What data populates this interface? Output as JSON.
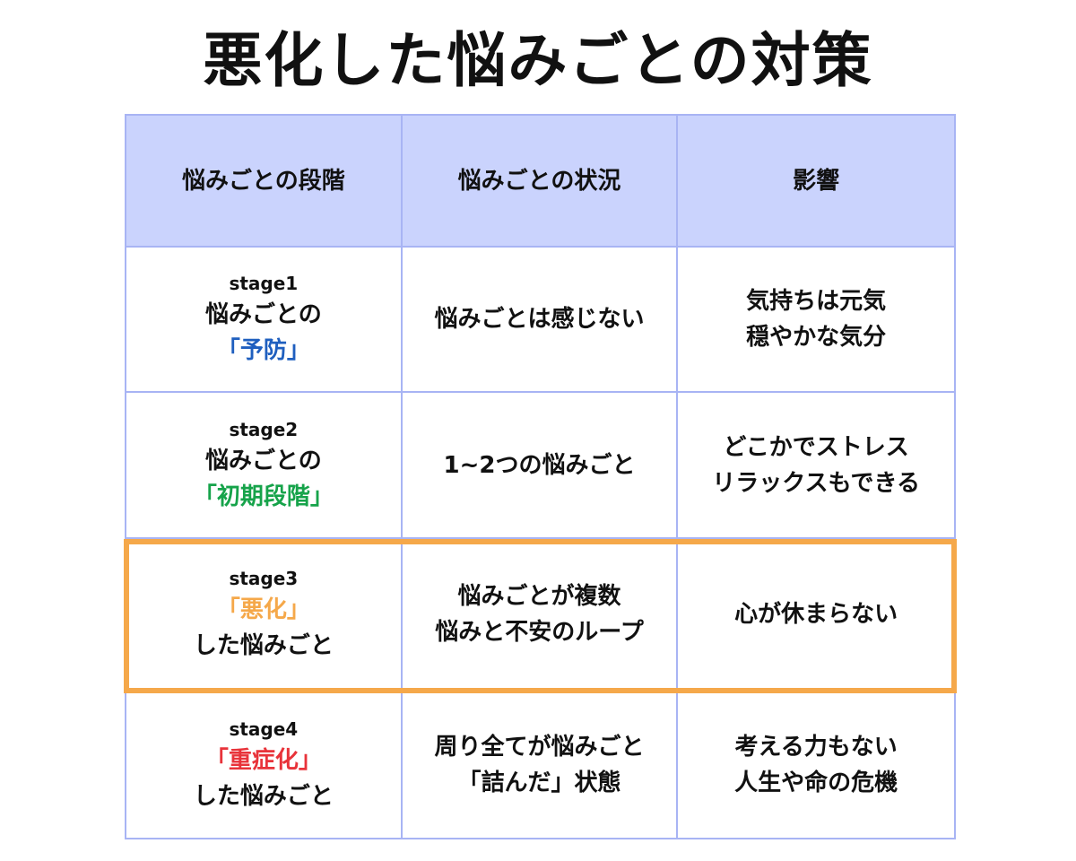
{
  "title": "悪化した悩みごとの対策",
  "colors": {
    "header_bg": "#cad3fd",
    "grid_line": "#a8b4f4",
    "highlight_border": "#f5a84a",
    "stage1_accent": "#1f5fbf",
    "stage2_accent": "#16a34a",
    "stage3_accent": "#f5a84a",
    "stage4_accent": "#e8333a"
  },
  "table": {
    "headers": [
      "悩みごとの段階",
      "悩みごとの状況",
      "影響"
    ],
    "rows": [
      {
        "stage": "stage1",
        "stage_before": "悩みごとの",
        "stage_accent": "「予防」",
        "stage_after": "",
        "situation": [
          "悩みごとは感じない"
        ],
        "impact": [
          "気持ちは元気",
          "穏やかな気分"
        ]
      },
      {
        "stage": "stage2",
        "stage_before": "悩みごとの",
        "stage_accent": "「初期段階」",
        "stage_after": "",
        "situation": [
          "1~2つの悩みごと"
        ],
        "impact": [
          "どこかでストレス",
          "リラックスもできる"
        ]
      },
      {
        "stage": "stage3",
        "stage_before": "",
        "stage_accent": "「悪化」",
        "stage_after": "した悩みごと",
        "situation": [
          "悩みごとが複数",
          "悩みと不安のループ"
        ],
        "impact": [
          "心が休まらない"
        ]
      },
      {
        "stage": "stage4",
        "stage_before": "",
        "stage_accent": "「重症化」",
        "stage_after": "した悩みごと",
        "situation": [
          "周り全てが悩みごと",
          "「詰んだ」状態"
        ],
        "impact": [
          "考える力もない",
          "人生や命の危機"
        ]
      }
    ]
  }
}
